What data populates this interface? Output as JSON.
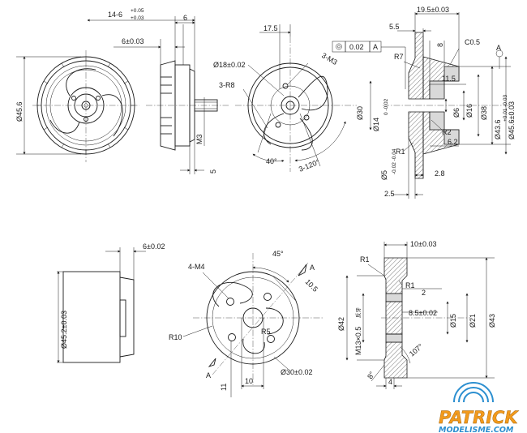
{
  "top": {
    "front": {
      "d_outer": "Ø45.6"
    },
    "side": {
      "d_14": "14-6",
      "tol_14_up": "+0.05",
      "tol_14_dn": "+0.03",
      "d_6": "6",
      "d_6_tol": "6±0.03",
      "d_m3": "M3",
      "d_5": "5"
    },
    "back": {
      "d_17_5": "17.5",
      "d_18": "Ø18±0.02",
      "d_3m3": "3-M3",
      "d_3r8": "3-R8",
      "d_30": "Ø30",
      "d_40": "40°",
      "d_3x120": "3-120°"
    },
    "section": {
      "d_19_5": "19.5±0.03",
      "d_5_5": "5.5",
      "d_8": "8",
      "d_c05": "C0.5",
      "gdt_val": "0.02",
      "gdt_ref": "A",
      "datum": "A",
      "d_r7": "R7",
      "d_11_5": "11.5",
      "d_14v": "Ø14",
      "d_14v_tol": "0 -0.02",
      "d_6v": "Ø6",
      "d_16v": "Ø16",
      "d_38v": "Ø38",
      "d_43v": "Ø43.6",
      "d_43v_tol": "+0.01 -0.03",
      "d_45v": "Ø45.6±0.03",
      "d_r2": "R2",
      "d_r1": "R1",
      "d_6_2": "6.2",
      "d_5v": "Ø5",
      "d_5v_tol": "-0.02 -0.04",
      "d_2_8": "2.8",
      "d_2_5": "2.5"
    }
  },
  "bottom": {
    "side": {
      "d_6": "6±0.02",
      "d_45": "Ø45.2±0.03"
    },
    "front": {
      "d_4m4": "4-M4",
      "d_45deg": "45°",
      "d_a": "A",
      "d_10_5": "10.5",
      "d_r10": "R10",
      "d_r5": "R5",
      "d_11": "11",
      "d_10": "10",
      "d_30": "Ø30±0.02"
    },
    "section": {
      "d_10": "10±0.03",
      "d_r1a": "R1",
      "d_r1b": "R1",
      "d_2": "2",
      "d_8_5": "8.5±0.02",
      "d_42": "Ø42",
      "d_m13": "M13×0.5",
      "d_m13_suffix": "反牙",
      "d_15": "Ø15",
      "d_21": "Ø21",
      "d_43": "Ø43",
      "d_107": "107°",
      "d_8deg": "8°",
      "d_4": "4"
    }
  },
  "brand": {
    "line1": "PATRICK",
    "line2": "MODELISME.COM"
  }
}
